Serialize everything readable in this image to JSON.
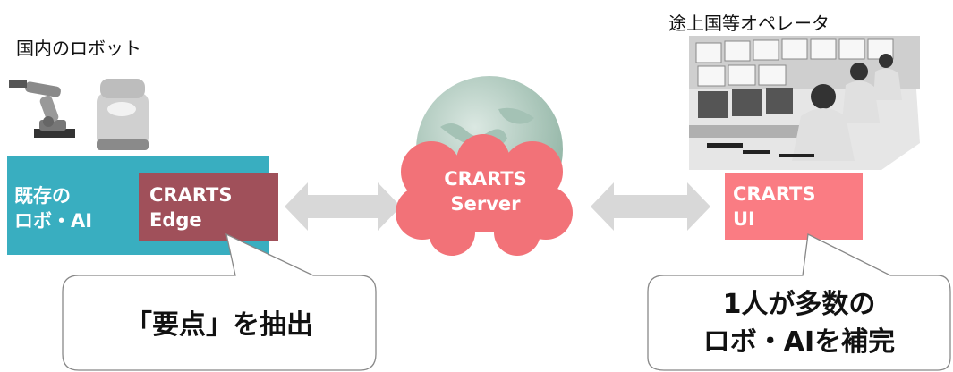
{
  "left": {
    "caption": "国内のロボット",
    "box_label_line1": "既存の",
    "box_label_line2": "ロボ・AI",
    "edge_line1": "CRARTS",
    "edge_line2": "Edge",
    "callout": "「要点」を抽出"
  },
  "center": {
    "server_line1": "CRARTS",
    "server_line2": "Server"
  },
  "right": {
    "caption": "途上国等オペレータ",
    "ui_line1": "CRARTS",
    "ui_line2": "UI",
    "callout_line1": "1人が多数の",
    "callout_line2": "ロボ・AIを補完"
  },
  "colors": {
    "teal": "#39aec0",
    "edge": "#a0505a",
    "pink": "#fa7c83",
    "cloud": "#f27278",
    "arrow": "#d8d8d8",
    "globe": "#b7d0c4"
  }
}
